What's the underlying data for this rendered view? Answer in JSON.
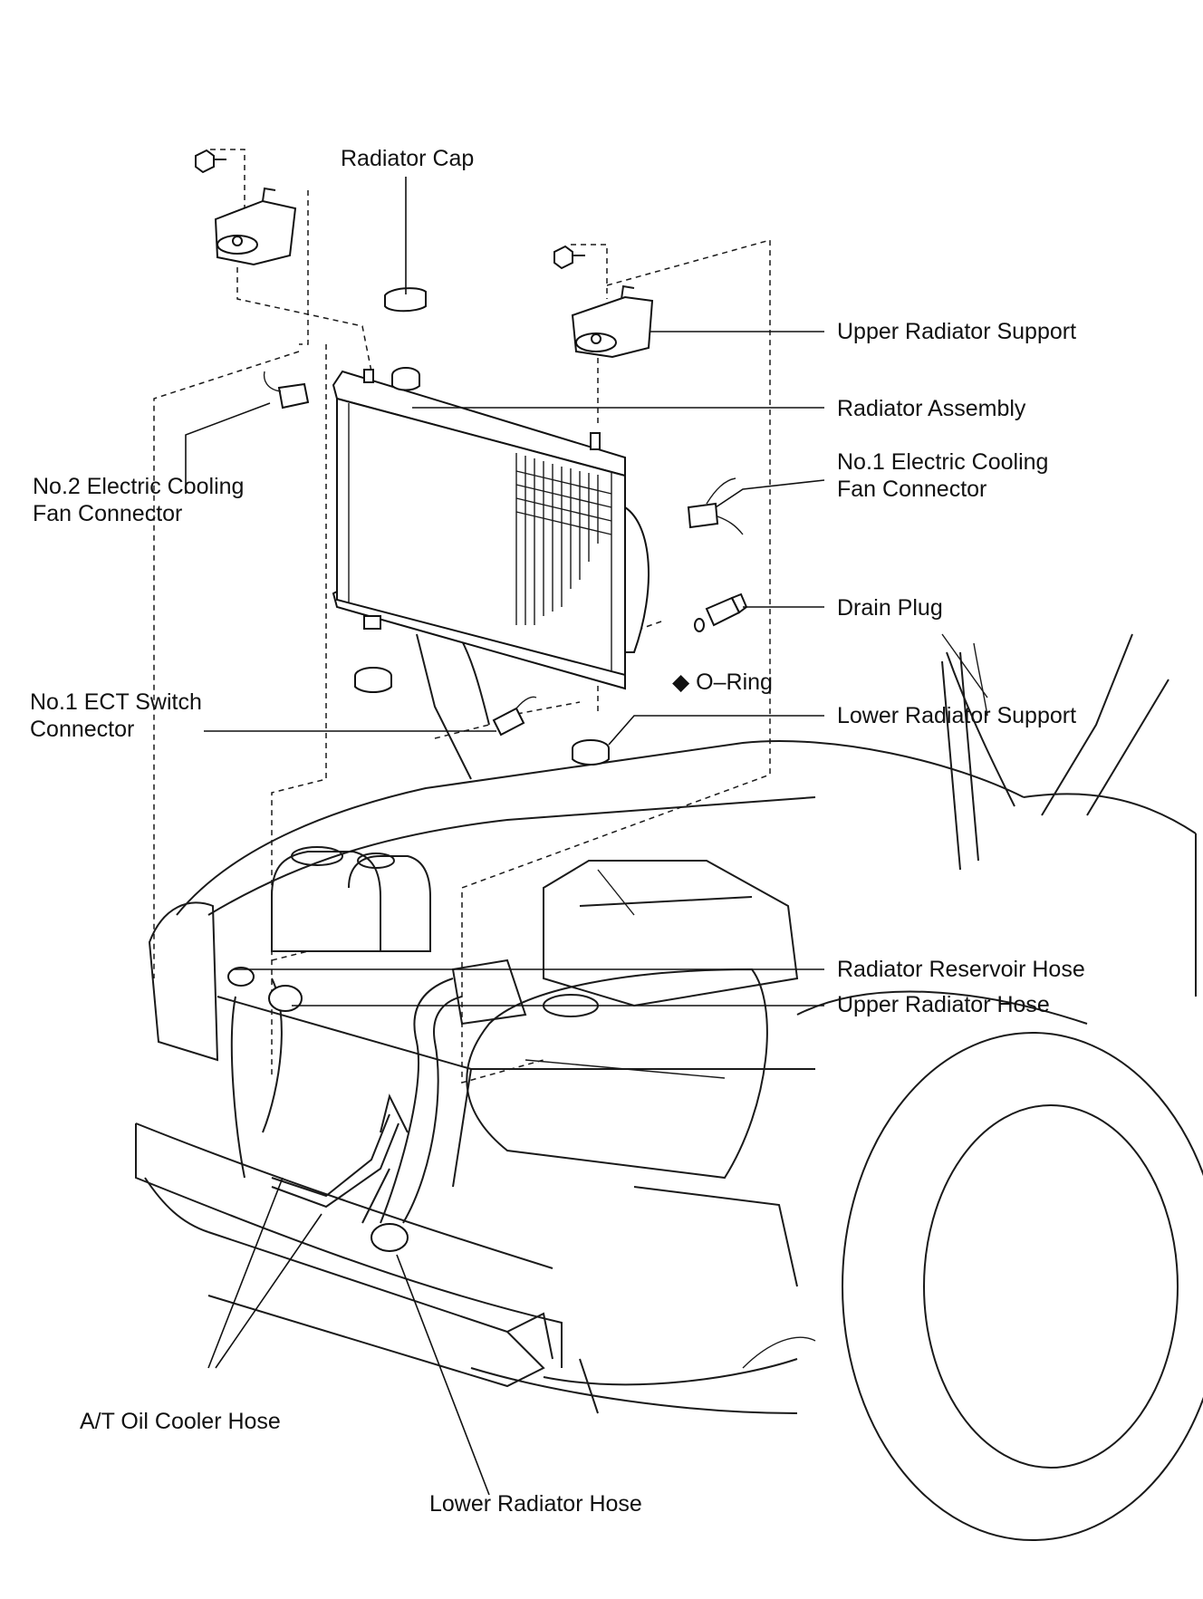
{
  "labels": {
    "radiator_cap": "Radiator Cap",
    "upper_radiator_support": "Upper Radiator Support",
    "radiator_assembly": "Radiator Assembly",
    "no1_fan_connector_line1": "No.1 Electric Cooling",
    "no1_fan_connector_line2": "Fan Connector",
    "no2_fan_connector_line1": "No.2 Electric Cooling",
    "no2_fan_connector_line2": "Fan Connector",
    "drain_plug": "Drain Plug",
    "o_ring": "◆ O–Ring",
    "no1_ect_line1": "No.1 ECT Switch",
    "no1_ect_line2": "Connector",
    "lower_radiator_support": "Lower Radiator Support",
    "radiator_reservoir_hose": "Radiator Reservoir Hose",
    "upper_radiator_hose": "Upper Radiator Hose",
    "at_oil_cooler_hose": "A/T Oil Cooler Hose",
    "lower_radiator_hose": "Lower Radiator Hose"
  }
}
